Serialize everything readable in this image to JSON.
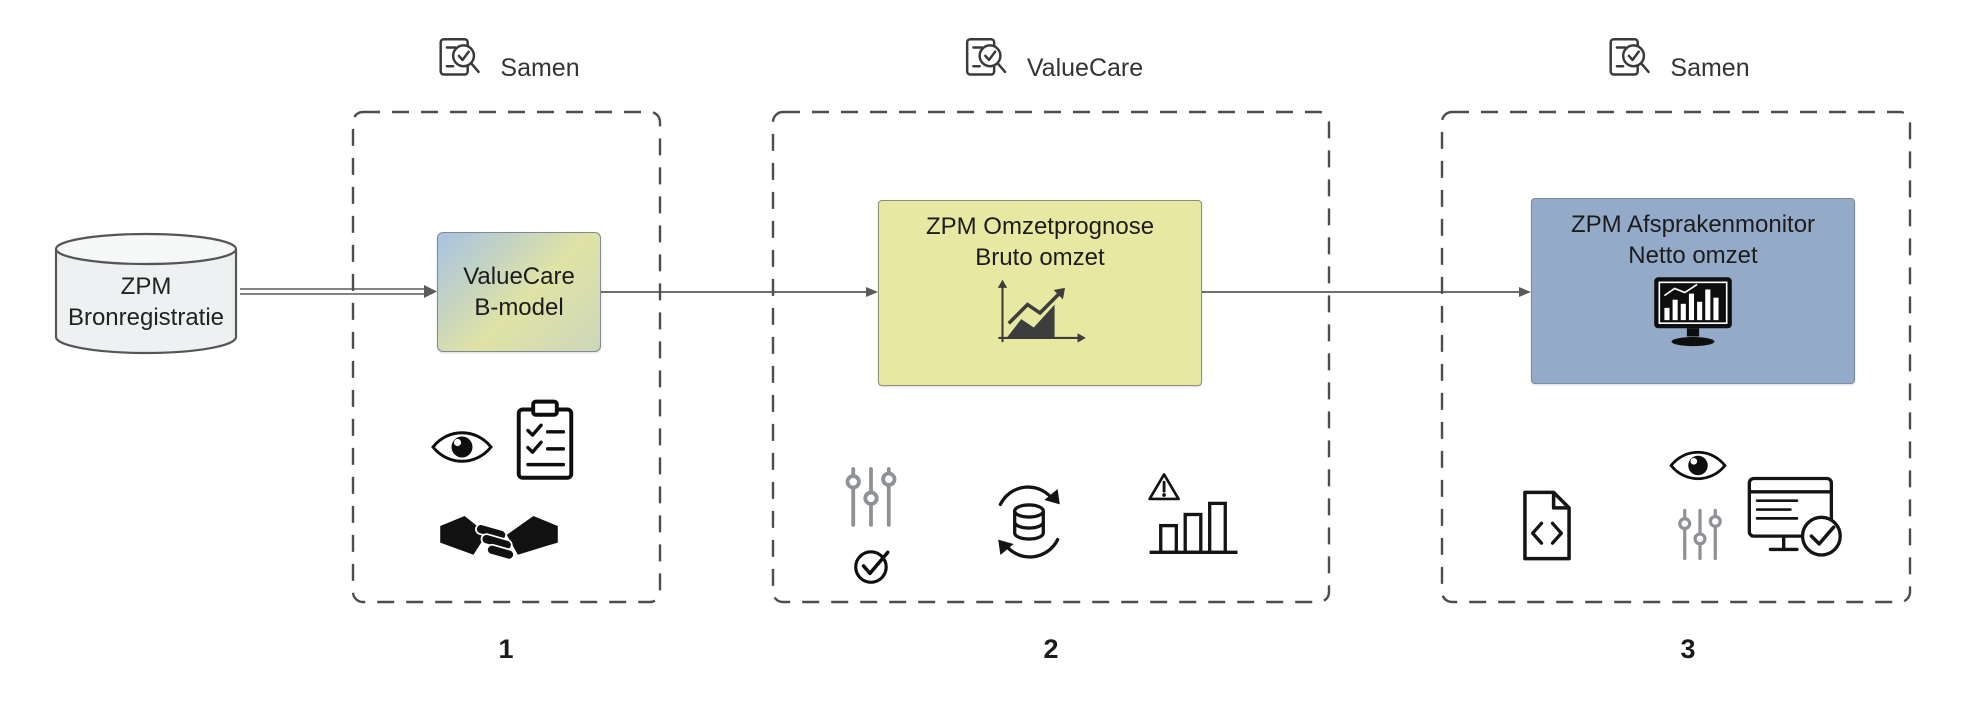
{
  "source_node": {
    "label": "ZPM\nBronregistratie"
  },
  "phases": [
    {
      "number": "1",
      "header": {
        "label": "Samen",
        "icon": "magnifier-check-document-icon"
      },
      "node": {
        "label": "ValueCare\nB-model"
      },
      "icons": [
        "eye-icon",
        "clipboard-checklist-icon",
        "handshake-icon"
      ]
    },
    {
      "number": "2",
      "header": {
        "label": "ValueCare",
        "icon": "magnifier-check-document-icon"
      },
      "node": {
        "title": "ZPM Omzetprognose",
        "subtitle": "Bruto omzet",
        "icon": "area-chart-icon"
      },
      "icons": [
        "sliders-icon",
        "check-circle-icon",
        "database-sync-icon",
        "bar-chart-warning-icon"
      ]
    },
    {
      "number": "3",
      "header": {
        "label": "Samen",
        "icon": "magnifier-check-document-icon"
      },
      "node": {
        "title": "ZPM Afsprakenmonitor",
        "subtitle": "Netto omzet",
        "icon": "monitor-dashboard-icon"
      },
      "icons": [
        "code-file-icon",
        "eye-icon",
        "sliders-icon",
        "browser-check-icon"
      ]
    }
  ],
  "colors": {
    "bmodel_gradient_start": "#a7c2e2",
    "bmodel_gradient_end": "#dfe3a5",
    "prognose_fill": "#e7e9a3",
    "monitor_fill": "#93abc8",
    "dashed_border": "#4d4d4d",
    "arrow": "#5a5a5a",
    "slider_gray": "#8e9296"
  }
}
